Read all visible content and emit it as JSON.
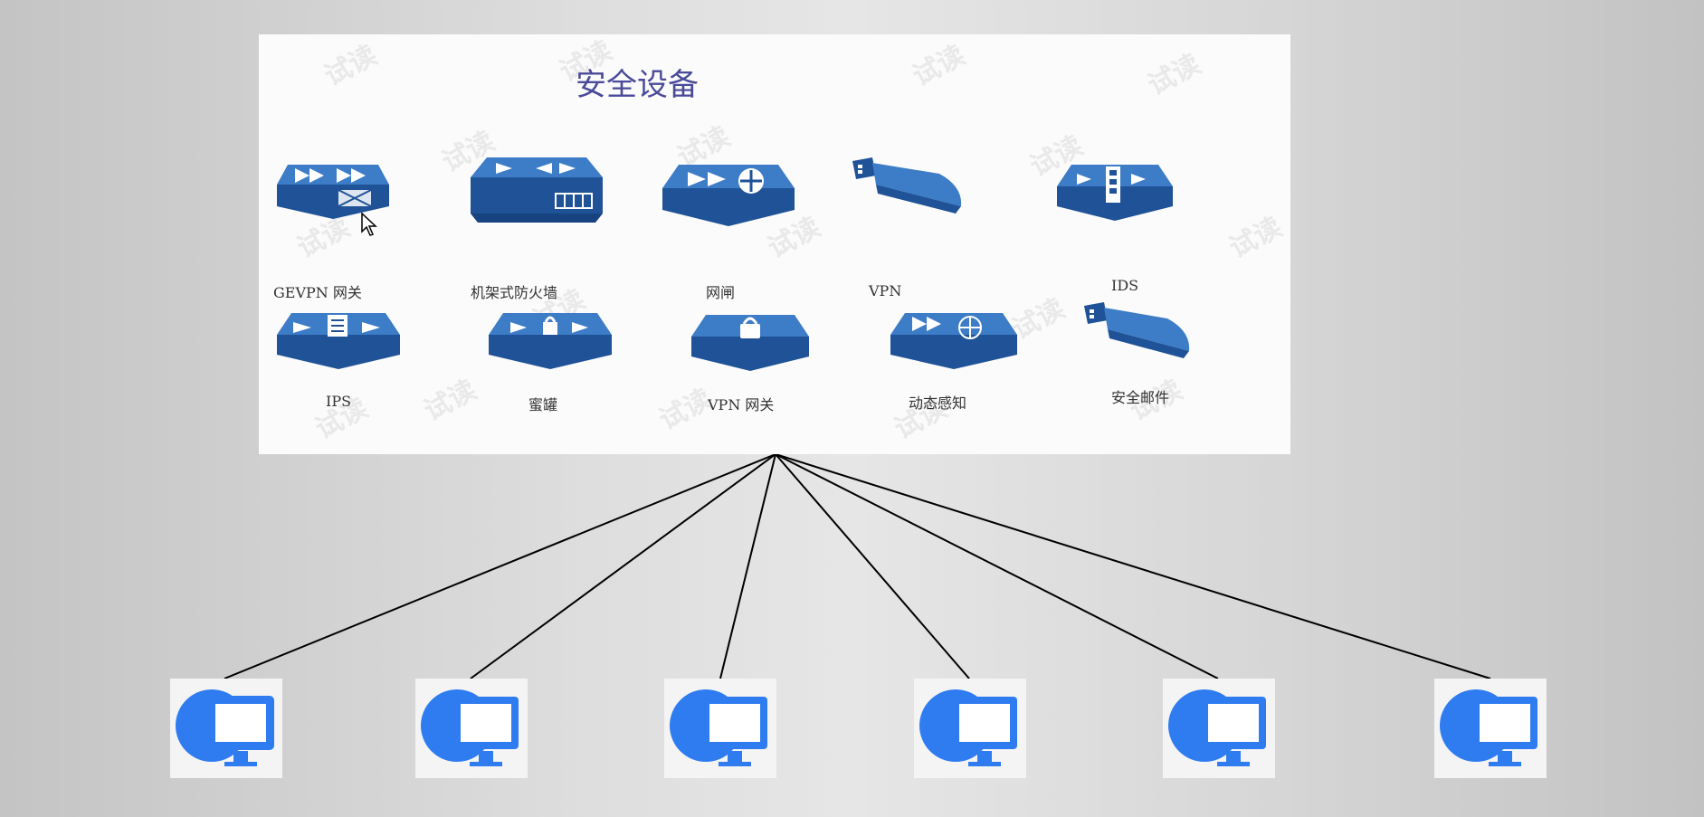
{
  "panel": {
    "title": "安全设备",
    "watermark": "试读",
    "devices": [
      {
        "label": "GEVPN 网关",
        "icon": "gevpn-gateway-icon"
      },
      {
        "label": "机架式防火墙",
        "icon": "rack-firewall-icon"
      },
      {
        "label": "网闸",
        "icon": "gatekeeper-icon"
      },
      {
        "label": "VPN",
        "icon": "vpn-usb-icon"
      },
      {
        "label": "IDS",
        "icon": "ids-icon"
      },
      {
        "label": "IPS",
        "icon": "ips-icon"
      },
      {
        "label": "蜜罐",
        "icon": "honeypot-utm-icon"
      },
      {
        "label": "VPN 网关",
        "icon": "vpn-gateway-lock-icon"
      },
      {
        "label": "动态感知",
        "icon": "dynamic-sensing-icon"
      },
      {
        "label": "安全邮件",
        "icon": "secure-mail-icon"
      }
    ]
  },
  "terminals": [
    {
      "icon": "computer-icon"
    },
    {
      "icon": "computer-icon"
    },
    {
      "icon": "computer-icon"
    },
    {
      "icon": "computer-icon"
    },
    {
      "icon": "computer-icon"
    },
    {
      "icon": "computer-icon"
    }
  ],
  "colors": {
    "device_blue": "#2f6bb3",
    "device_dark": "#1d4f8f",
    "computer_blue": "#2f7cf0",
    "line": "#000000"
  }
}
